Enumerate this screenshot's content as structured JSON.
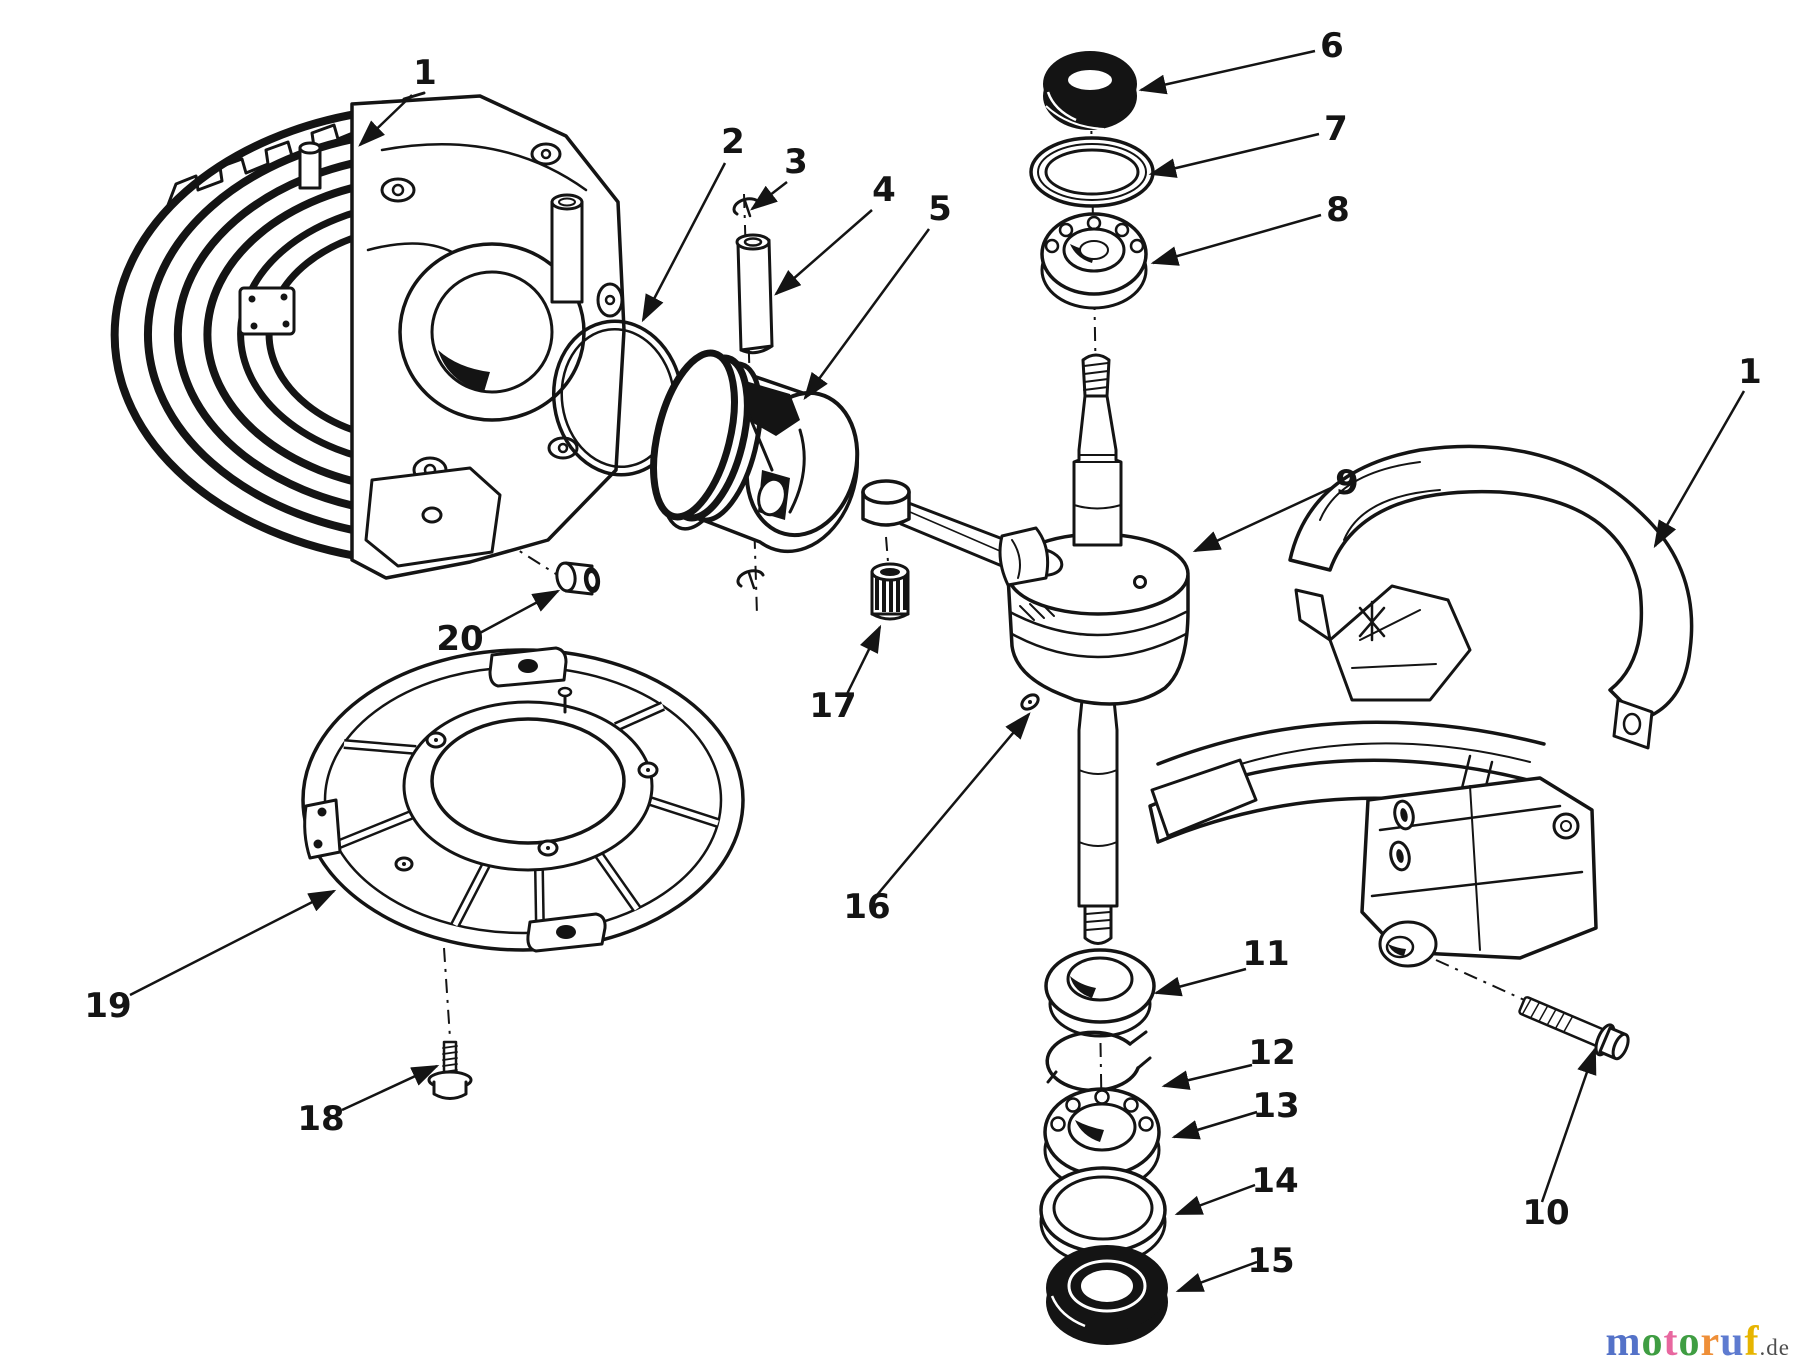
{
  "page": {
    "background": "#ffffff",
    "ink_color": "#141414",
    "type": "exploded-parts-diagram"
  },
  "diagram": {
    "callouts": [
      {
        "label": "1"
      },
      {
        "label": "2"
      },
      {
        "label": "3"
      },
      {
        "label": "4"
      },
      {
        "label": "5"
      },
      {
        "label": "6"
      },
      {
        "label": "7"
      },
      {
        "label": "8"
      },
      {
        "label": "9"
      },
      {
        "label": "1"
      },
      {
        "label": "10"
      },
      {
        "label": "11"
      },
      {
        "label": "12"
      },
      {
        "label": "13"
      },
      {
        "label": "14"
      },
      {
        "label": "15"
      },
      {
        "label": "16"
      },
      {
        "label": "17"
      },
      {
        "label": "18"
      },
      {
        "label": "19"
      },
      {
        "label": "20"
      }
    ]
  },
  "watermark": {
    "letters": [
      {
        "ch": "m",
        "color": "#5472c8"
      },
      {
        "ch": "o",
        "color": "#3f9d42"
      },
      {
        "ch": "t",
        "color": "#e8679f"
      },
      {
        "ch": "o",
        "color": "#3f9d42"
      },
      {
        "ch": "r",
        "color": "#ef8f38"
      },
      {
        "ch": "u",
        "color": "#5e7bd0"
      },
      {
        "ch": "f",
        "color": "#e6b400"
      }
    ],
    "tld": ".de"
  }
}
